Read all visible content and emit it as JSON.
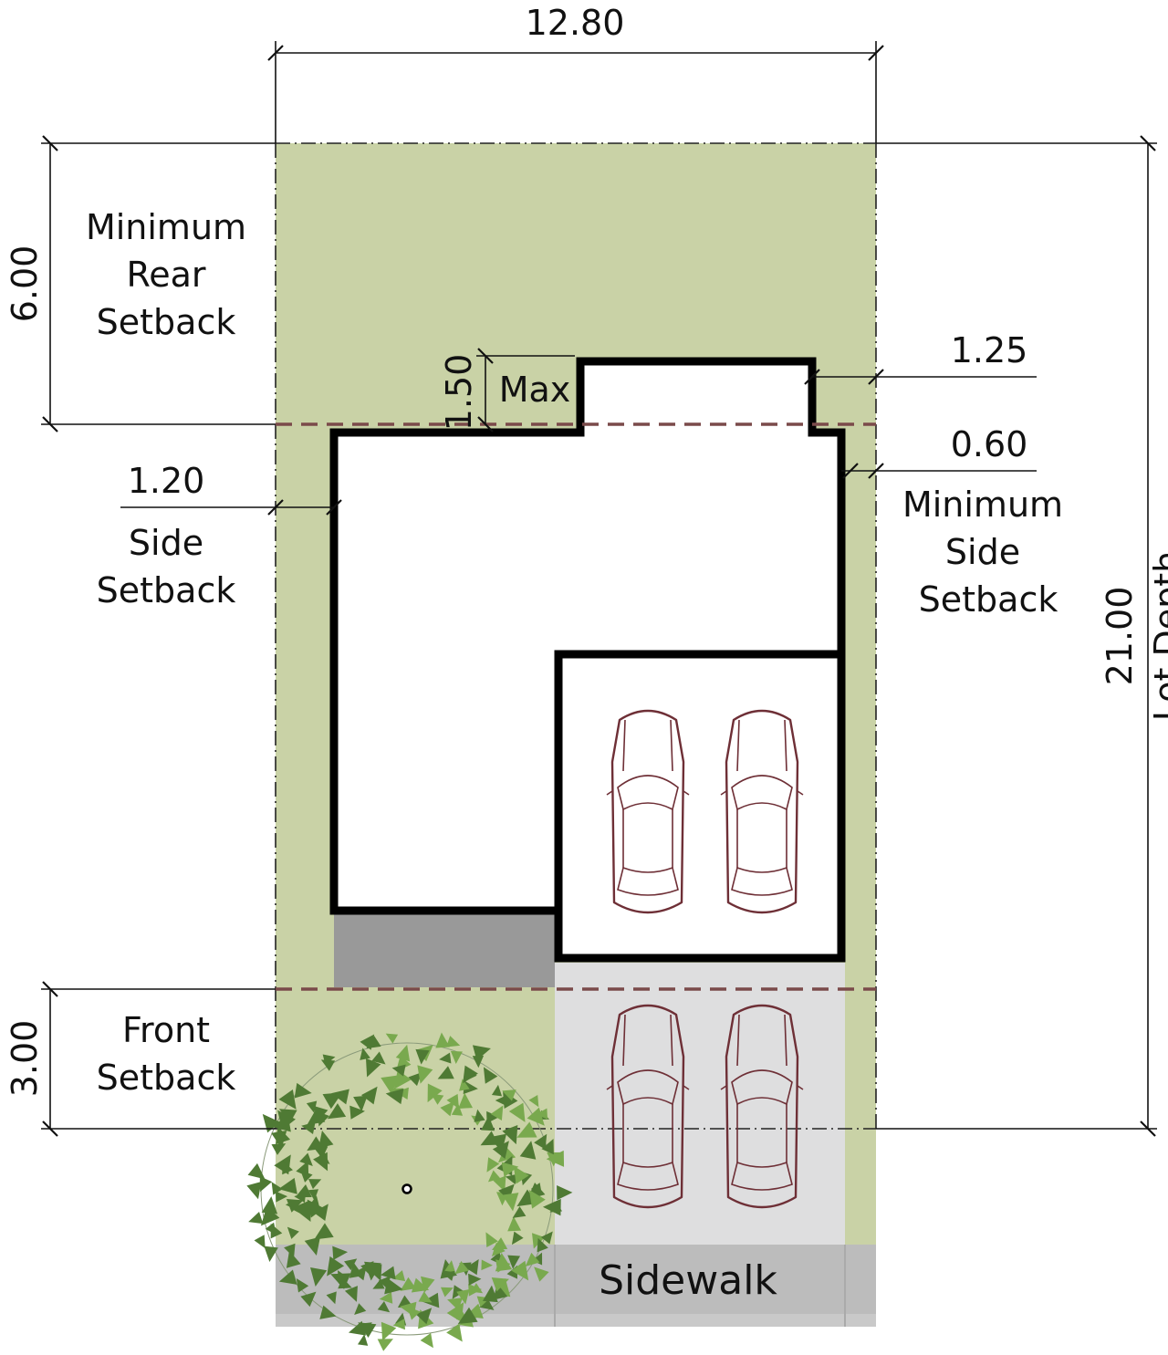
{
  "colors": {
    "lawn": "#c9d2a6",
    "driveway": "#dededf",
    "sidewalk": "#bcbcbc",
    "sidewalk_edge": "#c9c9c9",
    "porch": "#999999",
    "setback_line": "#7a4a4a",
    "car_outline": "#6e2f36",
    "tree_dark": "#4f7a34",
    "tree_light": "#79a94e"
  },
  "dimensions": {
    "lot_width": "12.80",
    "rear_setback_depth": "6.00",
    "front_setback_depth": "3.00",
    "lot_depth": "21.00",
    "lot_depth_label": "Lot Depth",
    "rear_projection": "1.50",
    "rear_projection_note": "Max",
    "left_side_setback": "1.20",
    "right_bump_offset": "1.25",
    "right_side_setback": "0.60"
  },
  "labels": {
    "rear_setback": [
      "Minimum",
      "Rear",
      "Setback"
    ],
    "side_setback": [
      "Side",
      "Setback"
    ],
    "min_side_setback": [
      "Minimum",
      "Side",
      "Setback"
    ],
    "front_setback": [
      "Front",
      "Setback"
    ],
    "sidewalk": "Sidewalk"
  },
  "icons": {
    "car": "car-top-view-icon",
    "tree": "tree-canopy-icon"
  }
}
